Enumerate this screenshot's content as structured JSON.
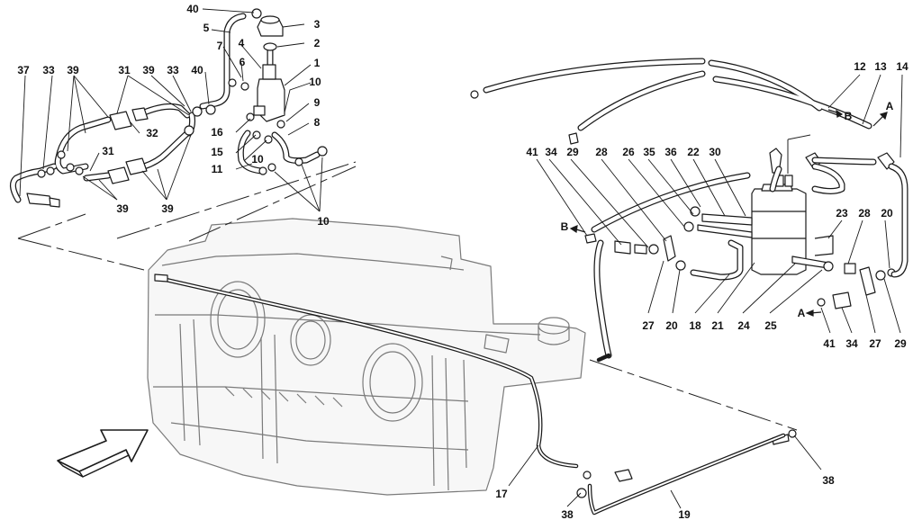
{
  "diagram": {
    "callouts": [
      "1",
      "2",
      "3",
      "4",
      "5",
      "6",
      "7",
      "8",
      "9",
      "10",
      "11",
      "12",
      "13",
      "14",
      "15",
      "16",
      "17",
      "18",
      "19",
      "20",
      "21",
      "22",
      "23",
      "24",
      "25",
      "26",
      "27",
      "28",
      "29",
      "30",
      "31",
      "32",
      "33",
      "34",
      "35",
      "36",
      "37",
      "38",
      "39",
      "40",
      "41"
    ],
    "connection_markers": [
      "A",
      "B"
    ],
    "colors": {
      "line": "#1a1a1a",
      "tank_line": "#6e6e6e",
      "tank_fill": "#f6f6f6",
      "hose": "#ffffff"
    }
  }
}
